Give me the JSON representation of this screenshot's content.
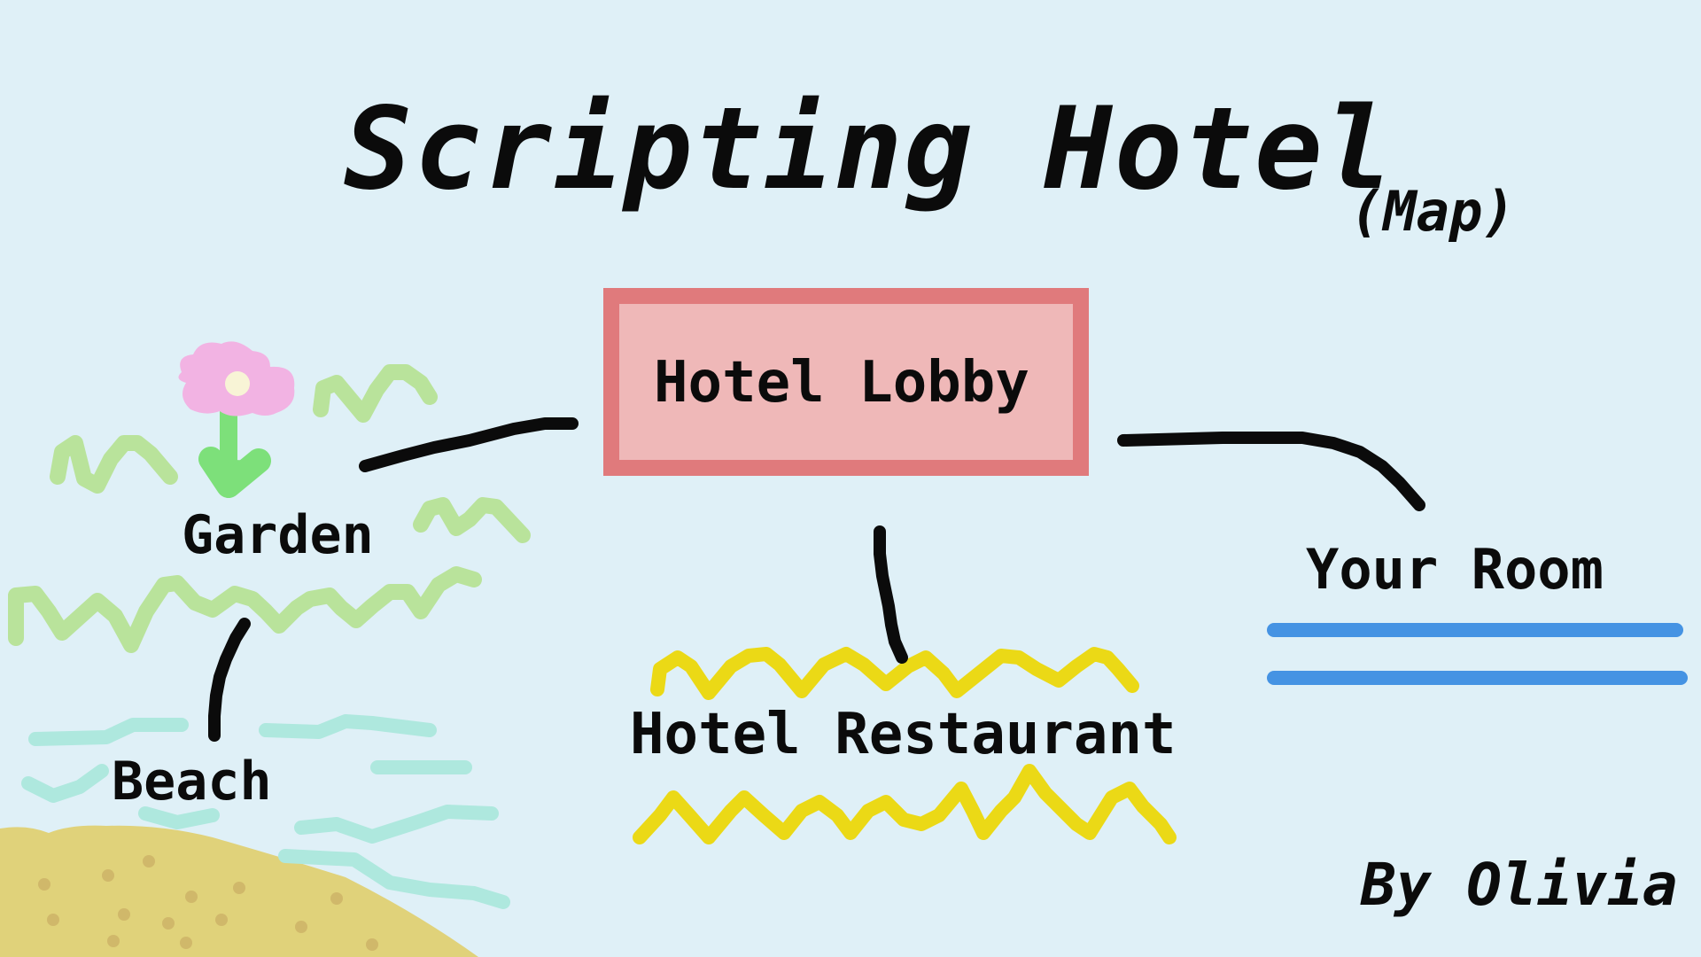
{
  "title": "Scripting Hotel",
  "subtitle": "(Map)",
  "byline": "By Olivia",
  "locations": {
    "lobby": "Hotel Lobby",
    "garden": "Garden",
    "beach": "Beach",
    "restaurant": "Hotel Restaurant",
    "room": "Your Room"
  },
  "colors": {
    "background": "#dff0f7",
    "lobby_fill": "#efb8b8",
    "lobby_border": "#e07a7c",
    "path": "#0b0b0b",
    "grass": "#b9e39b",
    "flower": "#f2b3e3",
    "flower_center": "#f8f4d6",
    "stem": "#7de07a",
    "water": "#aee8de",
    "sand": "#e0d27a",
    "sand_dots": "#d0b86a",
    "restaurant_zigzag": "#ebd916",
    "room_lines": "#4593e3"
  }
}
